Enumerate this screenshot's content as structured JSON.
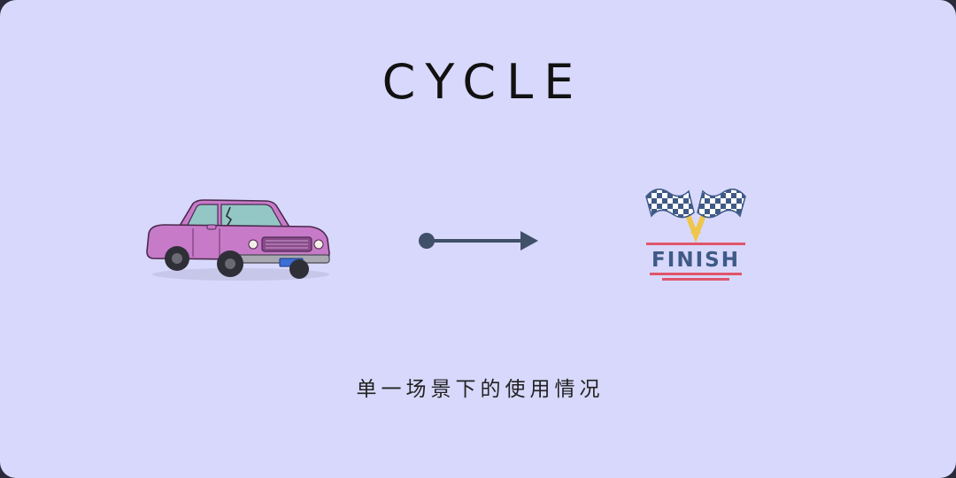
{
  "slide": {
    "title": "CYCLE",
    "caption": "单一场景下的使用情况"
  },
  "car": {
    "icon": "car-icon",
    "body_color": "#c77ac8",
    "window_color": "#93c7c6",
    "tire_color": "#2f2f38",
    "bumper_color": "#a9a9b2",
    "plate_color": "#3a6fd8"
  },
  "arrow": {
    "icon": "arrow-right-icon",
    "color": "#3f5068"
  },
  "finish": {
    "label": "FINISH",
    "icon": "checkered-flags-icon",
    "flag_color": "#3f5a86",
    "stripe_color": "#e0556a",
    "ribbon_color": "#efc64a"
  },
  "colors": {
    "background": "#d8d8fd",
    "title": "#111111",
    "caption": "#222222"
  }
}
